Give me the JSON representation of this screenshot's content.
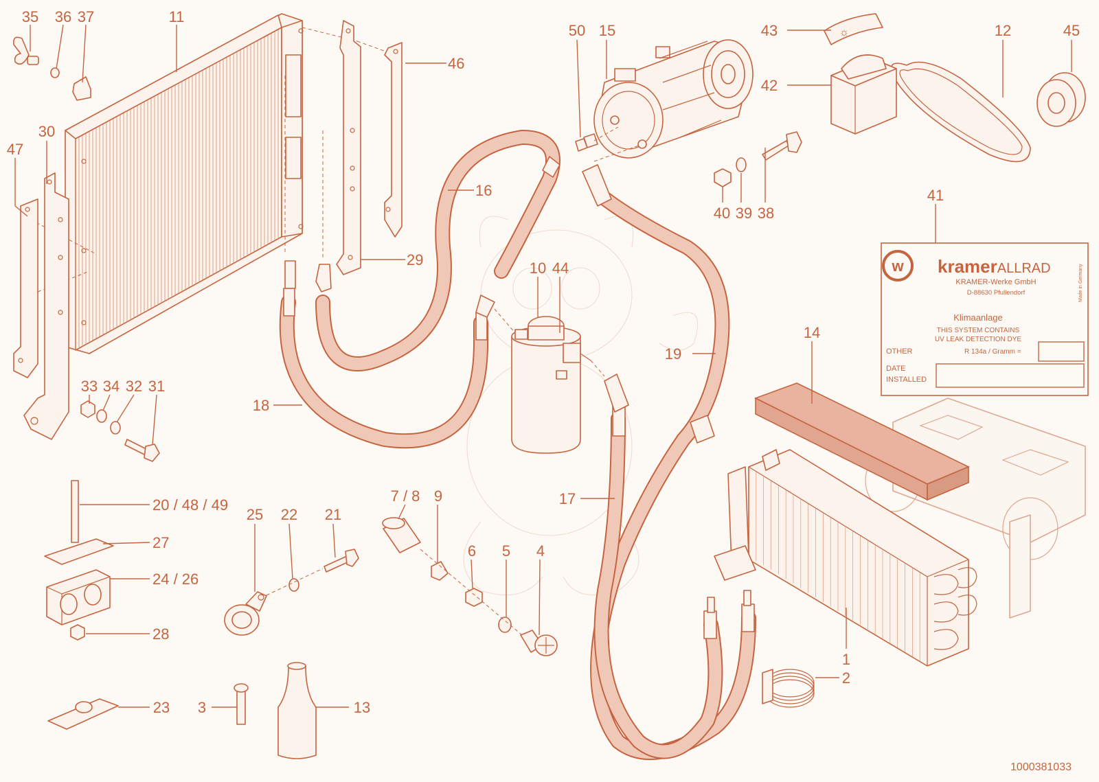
{
  "labels": {
    "n35": "35",
    "n36": "36",
    "n37": "37",
    "n11": "11",
    "n46": "46",
    "n29": "29",
    "n47": "47",
    "n30": "30",
    "n50": "50",
    "n15": "15",
    "n16": "16",
    "n43": "43",
    "n42": "42",
    "n12": "12",
    "n45": "45",
    "n40": "40",
    "n39": "39",
    "n38": "38",
    "n41": "41",
    "n10": "10",
    "n44": "44",
    "n18": "18",
    "n19": "19",
    "n14": "14",
    "n33": "33",
    "n34": "34",
    "n32": "32",
    "n31": "31",
    "n20": "20 / 48 / 49",
    "n27": "27",
    "n24": "24 / 26",
    "n28": "28",
    "n25": "25",
    "n22": "22",
    "n21": "21",
    "n78": "7 / 8",
    "n9": "9",
    "n6": "6",
    "n5": "5",
    "n4": "4",
    "n17": "17",
    "n1": "1",
    "n2": "2",
    "n3": "3",
    "n13": "13",
    "n23": "23"
  },
  "nameplate": {
    "brand_bold": "kramer",
    "brand_light": "ALLRAD",
    "company": "KRAMER-Werke GmbH",
    "address": "D-88630 Pfullendorf",
    "made_in": "Made in Germany",
    "title": "Klimaanlage",
    "notice_line1": "THIS SYSTEM CONTAINS",
    "notice_line2": "UV LEAK DETECTION DYE",
    "other": "OTHER",
    "refrigerant": "R 134a / Gramm =",
    "date_line1": "DATE",
    "date_line2": "INSTALLED"
  },
  "drawing_number": "1000381033",
  "colors": {
    "line": "#c5643f",
    "hose_fill": "#f0c8b8",
    "background": "#fdfaf5"
  }
}
